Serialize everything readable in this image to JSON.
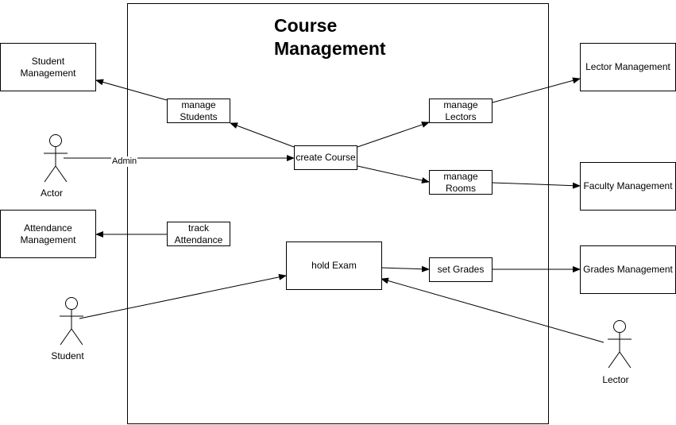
{
  "diagram": {
    "title": "Course\nManagement",
    "external_systems": {
      "student_management": "Student\nManagement",
      "attendance_management": "Attendance\nManagement",
      "lector_management": "Lector Management",
      "faculty_management": "Faculty Management",
      "grades_management": "Grades Management"
    },
    "use_cases": {
      "manage_students": "manage\nStudents",
      "create_course": "create Course",
      "track_attendance": "track\nAttendance",
      "hold_exam": "hold Exam",
      "manage_lectors": "manage\nLectors",
      "manage_rooms": "manage\nRooms",
      "set_grades": "set Grades"
    },
    "actors": {
      "admin_actor": "Actor",
      "student": "Student",
      "lector": "Lector"
    },
    "edge_labels": {
      "admin": "Admin"
    },
    "colors": {
      "stroke": "#000000",
      "background": "#ffffff"
    }
  }
}
